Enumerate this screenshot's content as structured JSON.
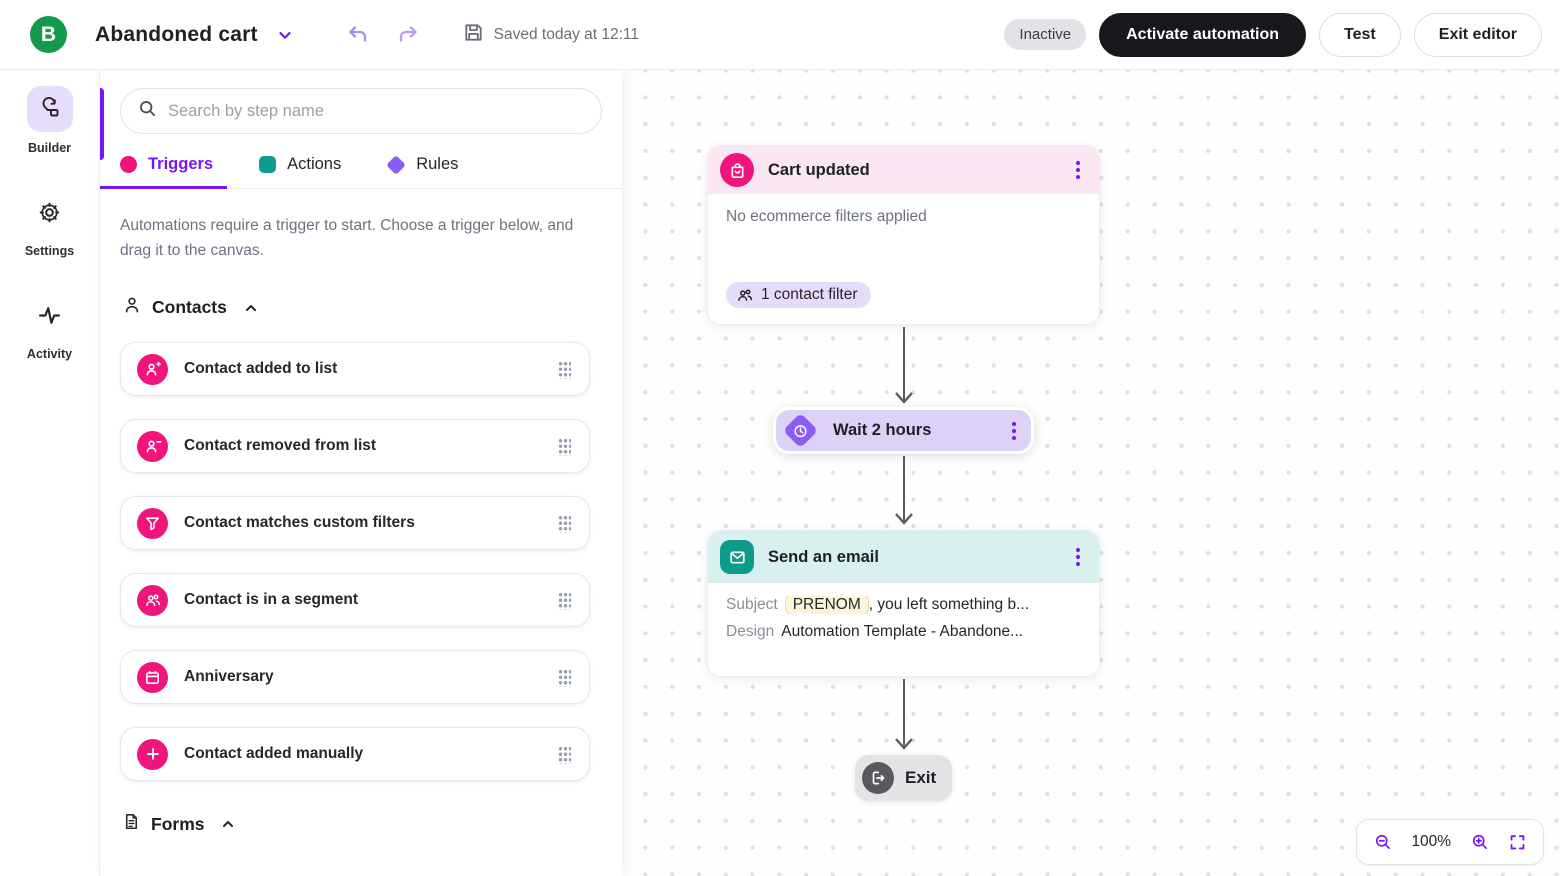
{
  "header": {
    "logo_letter": "B",
    "title": "Abandoned cart",
    "saved_status": "Saved today at 12:11",
    "status_badge": "Inactive",
    "activate_button": "Activate automation",
    "test_button": "Test",
    "exit_button": "Exit editor"
  },
  "nav_rail": {
    "items": [
      {
        "label": "Builder",
        "icon": "flow-builder-icon",
        "active": true
      },
      {
        "label": "Settings",
        "icon": "gear-icon",
        "active": false
      },
      {
        "label": "Activity",
        "icon": "activity-pulse-icon",
        "active": false
      }
    ]
  },
  "sidebar": {
    "search_placeholder": "Search by step name",
    "tabs": [
      {
        "label": "Triggers",
        "active": true,
        "marker_shape": "circle",
        "marker_color": "#f0147c"
      },
      {
        "label": "Actions",
        "active": false,
        "marker_shape": "square",
        "marker_color": "#0f9a92"
      },
      {
        "label": "Rules",
        "active": false,
        "marker_shape": "diamond",
        "marker_color": "#8b5cf6"
      }
    ],
    "description": "Automations require a trigger to start. Choose a trigger below, and drag it to the canvas.",
    "contacts_section": {
      "title": "Contacts",
      "icon": "person-icon",
      "items": [
        {
          "label": "Contact added to list",
          "icon": "person-plus-icon"
        },
        {
          "label": "Contact removed from list",
          "icon": "person-minus-icon"
        },
        {
          "label": "Contact matches custom filters",
          "icon": "funnel-icon"
        },
        {
          "label": "Contact is in a segment",
          "icon": "people-group-icon"
        },
        {
          "label": "Anniversary",
          "icon": "calendar-icon"
        },
        {
          "label": "Contact added manually",
          "icon": "plus-icon"
        }
      ]
    },
    "forms_section": {
      "title": "Forms",
      "icon": "document-icon"
    }
  },
  "canvas": {
    "nodes": {
      "trigger": {
        "title": "Cart updated",
        "icon": "shopping-bag-icon",
        "body": "No ecommerce filters applied",
        "badge": "1 contact filter"
      },
      "wait": {
        "title": "Wait 2 hours",
        "icon": "clock-icon"
      },
      "email": {
        "title": "Send an email",
        "icon": "envelope-icon",
        "subject_label": "Subject",
        "subject_tag": "PRENOM",
        "subject_rest": ", you left something b...",
        "design_label": "Design",
        "design_value": "Automation Template - Abandone..."
      },
      "exit": {
        "label": "Exit",
        "icon": "exit-icon"
      }
    },
    "zoom_toolbar": {
      "zoom_level": "100%"
    }
  },
  "colors": {
    "brand_green": "#149a4e",
    "accent_purple": "#7718f2",
    "trigger_pink": "#f0157b",
    "action_teal": "#0d9c8c",
    "rule_purple": "#8b5cf6",
    "lavender_badge": "#e5dbfa",
    "trigger_header_pink": "#fbe7f2",
    "email_header_teal": "#d8f1ef"
  }
}
